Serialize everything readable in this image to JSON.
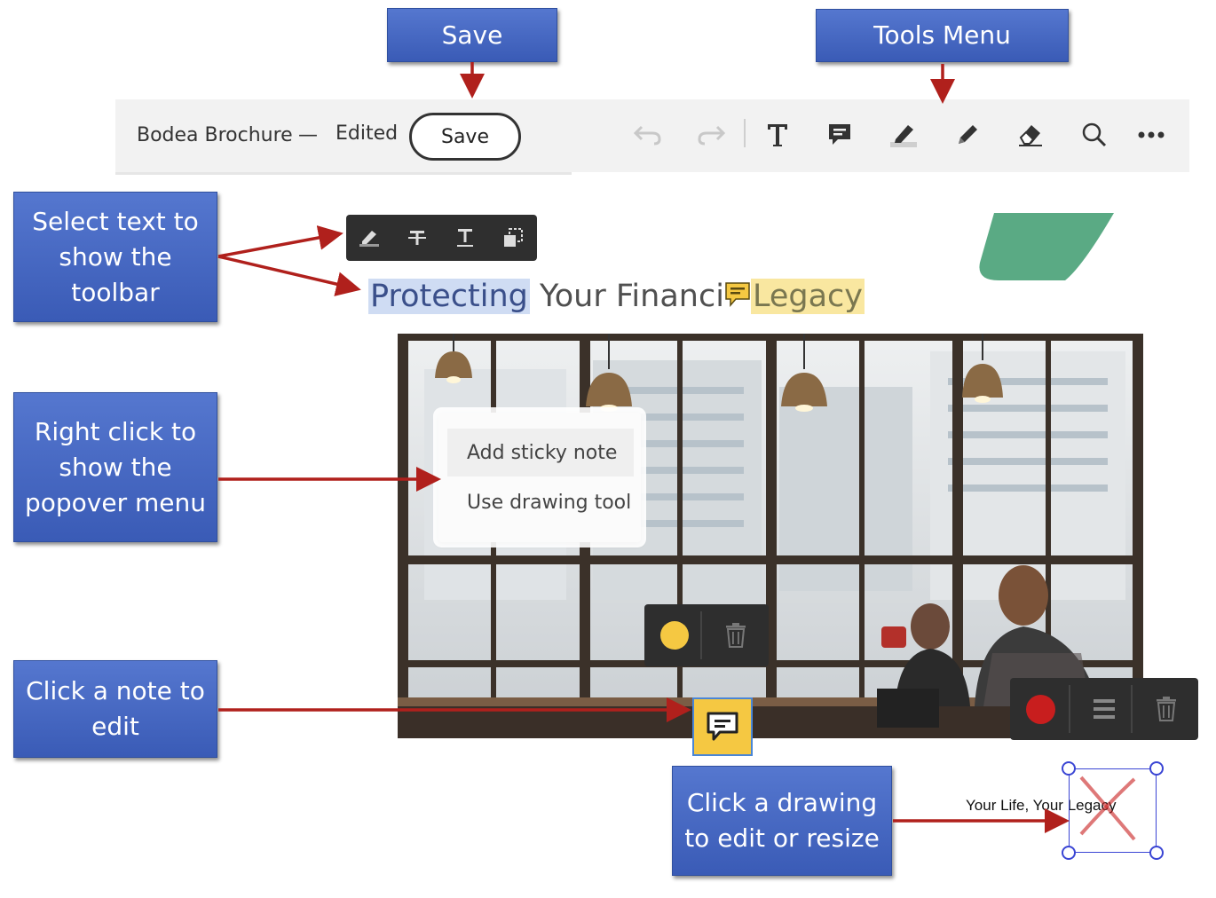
{
  "callouts": {
    "save": "Save",
    "tools_menu": "Tools Menu",
    "select_text": "Select text to show the toolbar",
    "right_click": "Right click to show the popover menu",
    "click_note": "Click a note to edit",
    "click_drawing": "Click a drawing to edit or resize"
  },
  "topbar": {
    "doc_title": "Bodea Brochure",
    "separator": "—",
    "status": "Edited",
    "save_label": "Save",
    "icons": [
      "undo-icon",
      "redo-icon",
      "text-tool-icon",
      "comment-icon",
      "highlight-icon",
      "pencil-icon",
      "eraser-icon",
      "search-icon",
      "more-icon"
    ]
  },
  "text_toolbar": {
    "icons": [
      "highlight-icon",
      "strikethrough-icon",
      "underline-icon",
      "copy-icon"
    ]
  },
  "document": {
    "heading_part1": "Protecting",
    "heading_part2": " Your Financi",
    "heading_part3": "Legacy",
    "drawing_caption": "Your Life, Your Legacy"
  },
  "popover": {
    "items": [
      "Add sticky note",
      "Use drawing tool"
    ]
  },
  "colors": {
    "callout": "#4466c4",
    "arrow": "#b0201c",
    "sticky_note": "#f5c842",
    "drawing_color": "#c81e1e",
    "selection": "#3a45d4",
    "green_shape": "#5aaa84"
  }
}
